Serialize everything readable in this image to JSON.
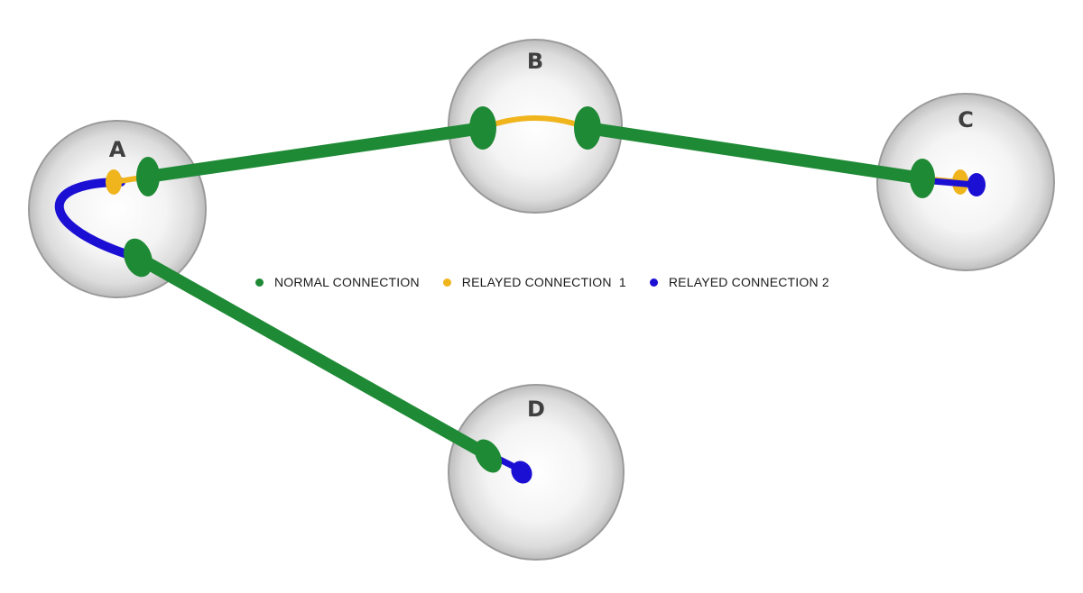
{
  "colors": {
    "normal": "#1f8a35",
    "normal_dark": "#16712a",
    "relayed1": "#f0b41c",
    "relayed2": "#1c0fd4",
    "node_fill_center": "#ffffff",
    "node_fill_edge": "#bdbdbd",
    "node_stroke": "#9a9a9a",
    "label": "#404040"
  },
  "nodes": [
    {
      "id": "A",
      "label": "A"
    },
    {
      "id": "B",
      "label": "B"
    },
    {
      "id": "C",
      "label": "C"
    },
    {
      "id": "D",
      "label": "D"
    }
  ],
  "connections": [
    {
      "from": "A",
      "to": "B",
      "type": "normal"
    },
    {
      "from": "B",
      "to": "C",
      "type": "normal"
    },
    {
      "from": "A",
      "to": "D",
      "type": "normal"
    },
    {
      "from": "A",
      "to": "C",
      "type": "relayed1",
      "via": "B"
    },
    {
      "from": "C",
      "to": "D",
      "type": "relayed2",
      "via": "A"
    }
  ],
  "legend": {
    "items": [
      {
        "label": "NORMAL CONNECTION",
        "color_key": "normal"
      },
      {
        "label": "RELAYED CONNECTION  1",
        "color_key": "relayed1"
      },
      {
        "label": "RELAYED CONNECTION 2",
        "color_key": "relayed2"
      }
    ]
  }
}
